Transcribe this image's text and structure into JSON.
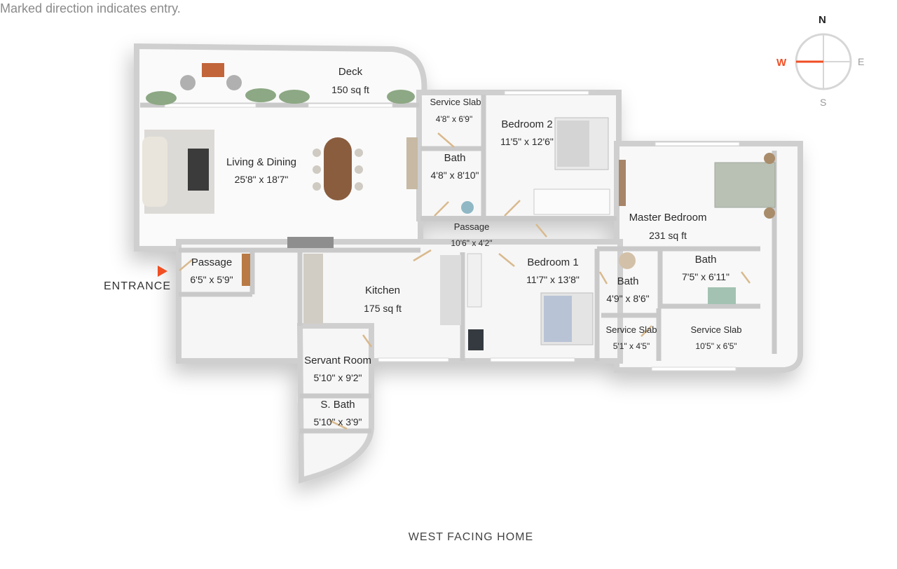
{
  "note": "Marked direction indicates entry.",
  "footer": "WEST FACING HOME",
  "entrance": "ENTRANCE",
  "compass": {
    "n": "N",
    "e": "E",
    "s": "S",
    "w": "W",
    "accent": "#f04e23"
  },
  "rooms": {
    "deck": {
      "name": "Deck",
      "size": "150 sq ft"
    },
    "service_slab_top": {
      "name": "Service Slab",
      "size": "4'8\" x 6'9\""
    },
    "bedroom2": {
      "name": "Bedroom 2",
      "size": "11'5\" x 12'6\""
    },
    "living": {
      "name": "Living & Dining",
      "size": "25'8\" x 18'7\""
    },
    "bath_top": {
      "name": "Bath",
      "size": "4'8\" x 8'10\""
    },
    "passage_mid": {
      "name": "Passage",
      "size": "10'6\" x 4'2\""
    },
    "master": {
      "name": "Master Bedroom",
      "size": "231 sq ft"
    },
    "passage_entry": {
      "name": "Passage",
      "size": "6'5\" x 5'9\""
    },
    "bedroom1": {
      "name": "Bedroom 1",
      "size": "11'7\" x 13'8\""
    },
    "bath_master": {
      "name": "Bath",
      "size": "7'5\" x 6'11\""
    },
    "bath_mid": {
      "name": "Bath",
      "size": "4'9\" x 8'6\""
    },
    "kitchen": {
      "name": "Kitchen",
      "size": "175 sq ft"
    },
    "service_slab_a": {
      "name": "Service Slab",
      "size": "5'1\" x 4'5\""
    },
    "service_slab_b": {
      "name": "Service Slab",
      "size": "10'5\" x 6'5\""
    },
    "servant_room": {
      "name": "Servant Room",
      "size": "5'10\" x 9'2\""
    },
    "s_bath": {
      "name": "S. Bath",
      "size": "5'10\" x 3'9\""
    }
  }
}
